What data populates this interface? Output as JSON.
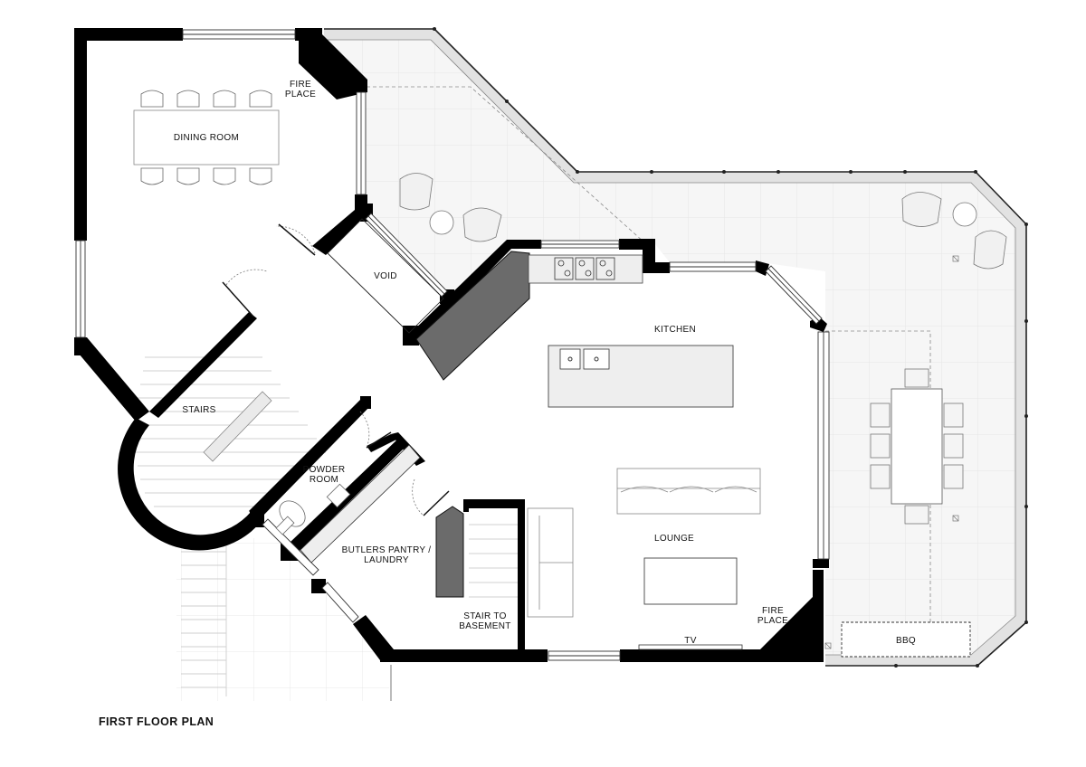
{
  "plan_title": "FIRST FLOOR PLAN",
  "colors": {
    "wall": "#000000",
    "terrace": "#f4f4f4",
    "balustrade": "#dcdcdc",
    "grid": "#e2e2e2",
    "joinery": "#6b6b6b",
    "bench": "#eeeeee",
    "line": "#9a9a9a"
  },
  "rooms": {
    "dining": "DINING ROOM",
    "fireplace_dining_1": "FIRE",
    "fireplace_dining_2": "PLACE",
    "void": "VOID",
    "kitchen": "KITCHEN",
    "stairs": "STAIRS",
    "powder_1": "POWDER",
    "powder_2": "ROOM",
    "butlers_1": "BUTLERS PANTRY /",
    "butlers_2": "LAUNDRY",
    "lounge": "LOUNGE",
    "stair_basement_1": "STAIR TO",
    "stair_basement_2": "BASEMENT",
    "fireplace_lounge_1": "FIRE",
    "fireplace_lounge_2": "PLACE",
    "tv": "TV",
    "bbq": "BBQ"
  }
}
